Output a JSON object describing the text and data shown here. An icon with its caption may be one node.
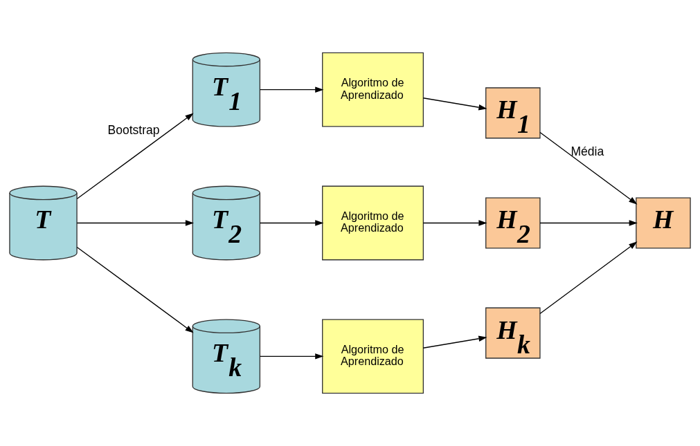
{
  "diagram": {
    "nodes": [
      {
        "text": [
          "T"
        ]
      },
      {
        "text": [
          "T$_{1}$"
        ]
      },
      {
        "text": [
          "T$_{2}$"
        ]
      },
      {
        "text": [
          "T$_{k}$"
        ]
      },
      {
        "text": [
          "Algoritmo de Aprendizado"
        ]
      },
      {
        "text": [
          "Algoritmo de Aprendizado"
        ]
      },
      {
        "text": [
          "Algoritmo de Aprendizado"
        ]
      },
      {
        "text": [
          "H$_{1}$"
        ]
      },
      {
        "text": [
          "H$_{2}$"
        ]
      },
      {
        "text": [
          "H$_{k}$"
        ]
      },
      {
        "text": [
          "H"
        ]
      }
    ],
    "edges": [
      {
        "from": 0,
        "to": 1,
        "arrow": "to",
        "label": "Bootstrap"
      },
      {
        "from": 0,
        "to": 2,
        "arrow": "to"
      },
      {
        "from": 0,
        "to": 3,
        "arrow": "to"
      },
      {
        "from": 1,
        "to": 4,
        "arrow": "to"
      },
      {
        "from": 2,
        "to": 5,
        "arrow": "to"
      },
      {
        "from": 3,
        "to": 6,
        "arrow": "to"
      },
      {
        "from": 4,
        "to": 7,
        "arrow": "to"
      },
      {
        "from": 5,
        "to": 8,
        "arrow": "to"
      },
      {
        "from": 6,
        "to": 9,
        "arrow": "to"
      },
      {
        "from": 7,
        "to": 10,
        "arrow": "to",
        "label": "Média"
      },
      {
        "from": 8,
        "to": 10,
        "arrow": "to"
      },
      {
        "from": 9,
        "to": 10,
        "arrow": "to"
      }
    ]
  }
}
